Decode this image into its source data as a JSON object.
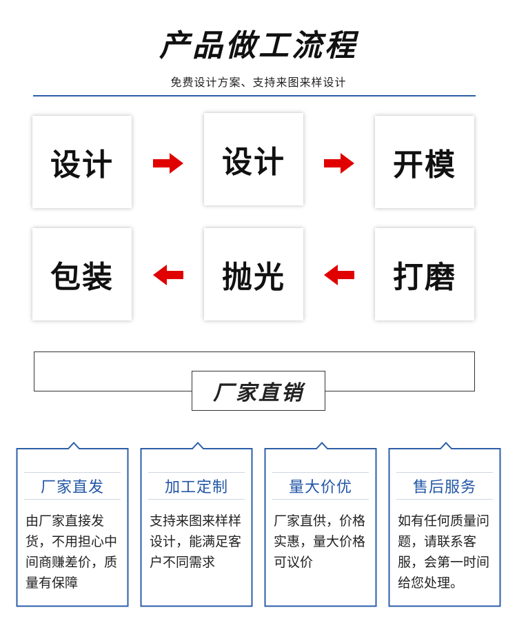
{
  "header": {
    "title": "产品做工流程",
    "subtitle": "免费设计方案、支持来图来样设计"
  },
  "steps": [
    {
      "label": "设计"
    },
    {
      "label": "设计"
    },
    {
      "label": "开模"
    },
    {
      "label": "打磨"
    },
    {
      "label": "抛光"
    },
    {
      "label": "包装"
    }
  ],
  "colors": {
    "accent": "#2b5ea8",
    "arrow": "#e00000",
    "card_title": "#2256a5"
  },
  "banner": {
    "label": "厂家直销"
  },
  "features": [
    {
      "title": "厂家直发",
      "text": "由厂家直接发货，不用担心中间商赚差价，质量有保障"
    },
    {
      "title": "加工定制",
      "text": "支持来图来样样设计，能满足客户不同需求"
    },
    {
      "title": "量大价优",
      "text": "厂家直供，价格实惠，量大价格可议价"
    },
    {
      "title": "售后服务",
      "text": "如有任何质量问题，请联系客服，会第一时间给您处理。"
    }
  ]
}
